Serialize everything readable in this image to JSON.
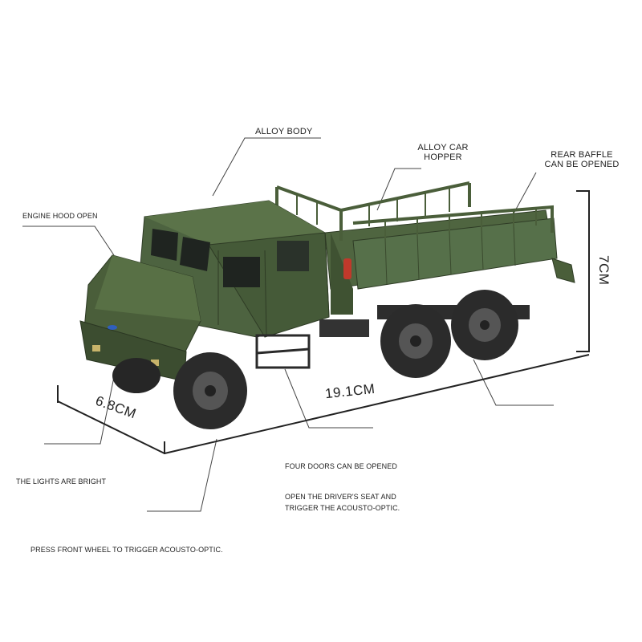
{
  "labels": {
    "alloy_body": "ALLOY BODY",
    "alloy_car_hopper_1": "ALLOY CAR",
    "alloy_car_hopper_2": "HOPPER",
    "rear_baffle_1": "REAR BAFFLE",
    "rear_baffle_2": "CAN BE OPENED",
    "engine_hood": "ENGINE HOOD OPEN",
    "lights": "THE LIGHTS ARE BRIGHT",
    "four_doors": "FOUR DOORS CAN BE OPENED",
    "driver_seat_1": "OPEN THE DRIVER'S SEAT AND",
    "driver_seat_2": "TRIGGER THE ACOUSTO-OPTIC.",
    "front_wheel": "PRESS FRONT WHEEL TO TRIGGER ACOUSTO-OPTIC."
  },
  "dimensions": {
    "height": "7CM",
    "length": "19.1CM",
    "width": "6.8CM"
  },
  "colors": {
    "truck_body": "#4a5e3a",
    "truck_dark": "#34432a",
    "truck_light": "#5d7448",
    "tire": "#2b2b2b",
    "line": "#333333"
  }
}
